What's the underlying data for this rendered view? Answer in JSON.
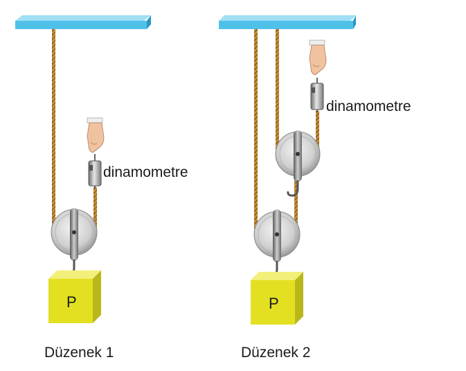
{
  "setups": [
    {
      "caption": "Düzenek 1",
      "block_label": "P",
      "dynamometer_label": "dinamometre"
    },
    {
      "caption": "Düzenek 2",
      "block_label": "P",
      "dynamometer_label": "dinamometre"
    }
  ],
  "colors": {
    "ceiling": "#4fc1e8",
    "rope": "#c8903a",
    "pulley": "#d4d4d4",
    "block": "#e2e021",
    "hand": "#f0c2a0"
  }
}
